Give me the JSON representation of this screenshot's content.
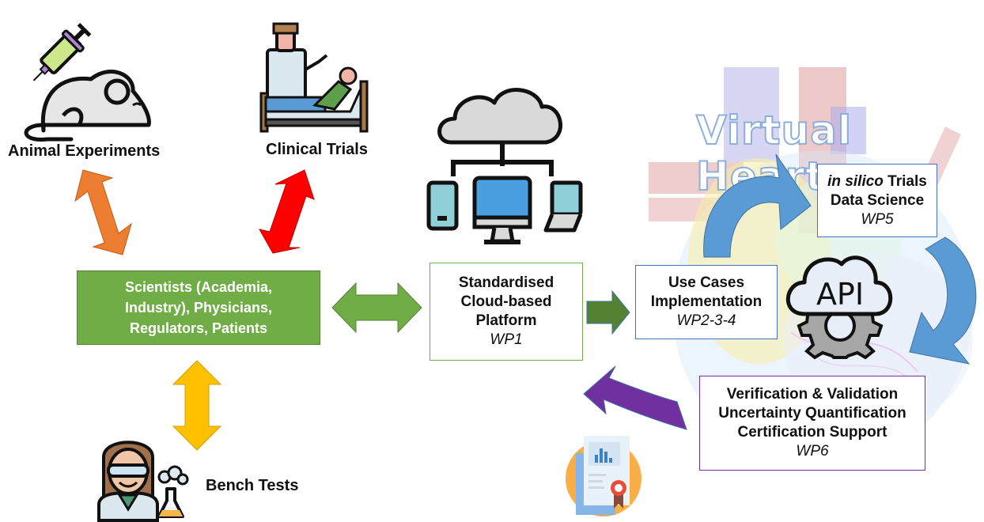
{
  "title": "Virtual Heart",
  "stakeholders": {
    "animal": {
      "label": "Animal Experiments",
      "icon": "mouse-syringe-icon"
    },
    "clinical": {
      "label": "Clinical Trials",
      "icon": "doctor-patient-icon"
    },
    "bench": {
      "label": "Bench Tests",
      "icon": "scientist-flask-icon"
    },
    "central": {
      "lines": [
        "Scientists (Academia,",
        "Industry), Physicians,",
        "Regulators, Patients"
      ]
    }
  },
  "platform": {
    "lines": [
      "Standardised",
      "Cloud-based",
      "Platform"
    ],
    "wp": "WP1",
    "icon": "cloud-network-devices-icon"
  },
  "use_cases": {
    "lines": [
      "Use Cases",
      "Implementation"
    ],
    "wp": "WP2-3-4"
  },
  "insilico": {
    "italic": "in silico",
    "rest": " Trials",
    "line2": "Data Science",
    "wp": "WP5"
  },
  "vv": {
    "lines": [
      "Verification & Validation",
      "Uncertainty Quantification",
      "Certification Support"
    ],
    "wp": "WP6"
  },
  "api": {
    "label": "API"
  },
  "colors": {
    "green_box": "#70ad47",
    "green_dark": "#548235",
    "orange": "#ed7d31",
    "red": "#ff0000",
    "yellow": "#ffc000",
    "blue_arrow": "#5b9bd5",
    "purple": "#7030a0",
    "box_blue_border": "#4472c4",
    "box_purple_border": "#7030a0"
  }
}
